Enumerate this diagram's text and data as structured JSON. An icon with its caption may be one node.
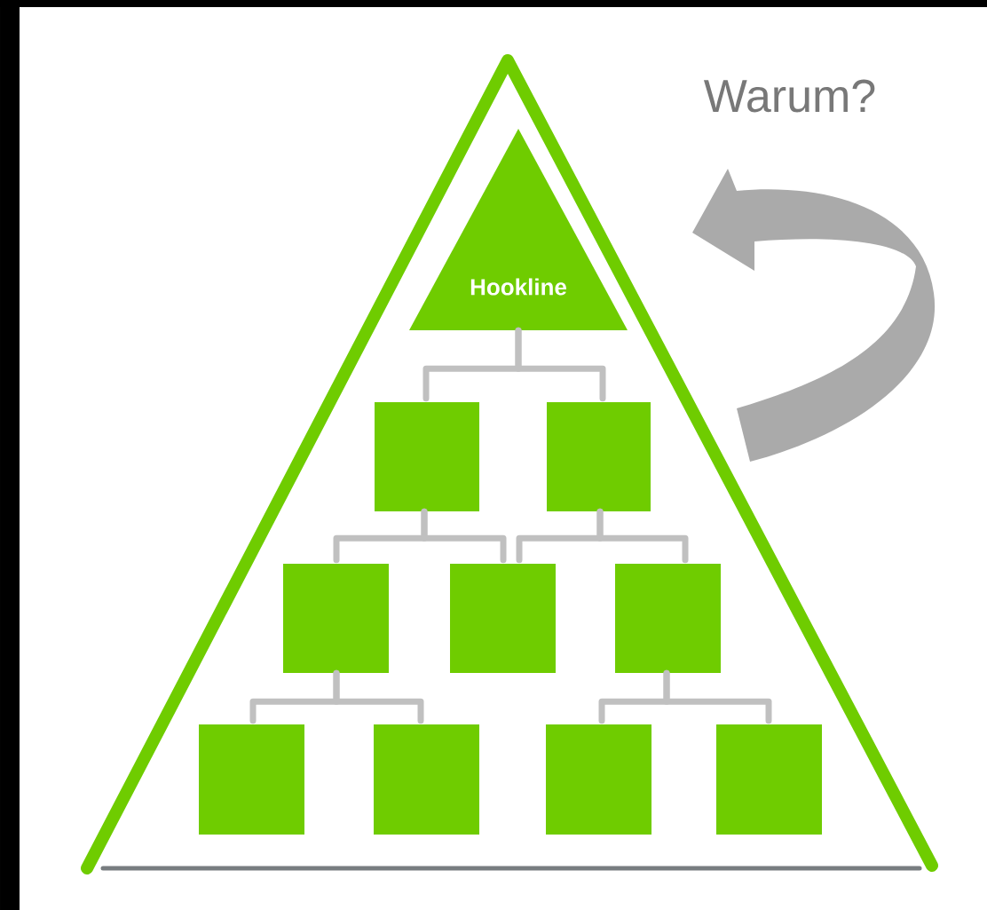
{
  "diagram": {
    "nodes": [
      {
        "text": [],
        "shape": "triangle"
      },
      {
        "text": [
          "Hookline"
        ],
        "in": 0
      },
      {
        "text": [],
        "shape": "box",
        "in": 0
      },
      {
        "text": [],
        "shape": "box",
        "in": 0
      },
      {
        "text": [],
        "shape": "box",
        "in": 0
      },
      {
        "text": [],
        "shape": "box",
        "in": 0
      },
      {
        "text": [],
        "shape": "box",
        "in": 0
      },
      {
        "text": [],
        "shape": "box",
        "in": 0
      },
      {
        "text": [],
        "shape": "box",
        "in": 0
      },
      {
        "text": [],
        "shape": "box",
        "in": 0
      },
      {
        "text": [],
        "shape": "box",
        "in": 0
      }
    ],
    "edges": [
      {
        "from": 1,
        "to": 2,
        "arrow": "none"
      },
      {
        "from": 1,
        "to": 3,
        "arrow": "none"
      },
      {
        "from": 2,
        "to": 4,
        "arrow": "none"
      },
      {
        "from": 2,
        "to": 5,
        "arrow": "none"
      },
      {
        "from": 3,
        "to": 5,
        "arrow": "none"
      },
      {
        "from": 3,
        "to": 6,
        "arrow": "none"
      },
      {
        "from": 4,
        "to": 7,
        "arrow": "none"
      },
      {
        "from": 4,
        "to": 8,
        "arrow": "none"
      },
      {
        "from": 6,
        "to": 9,
        "arrow": "none"
      },
      {
        "from": 6,
        "to": 10,
        "arrow": "none"
      }
    ],
    "labels": [
      "Warum?"
    ]
  }
}
